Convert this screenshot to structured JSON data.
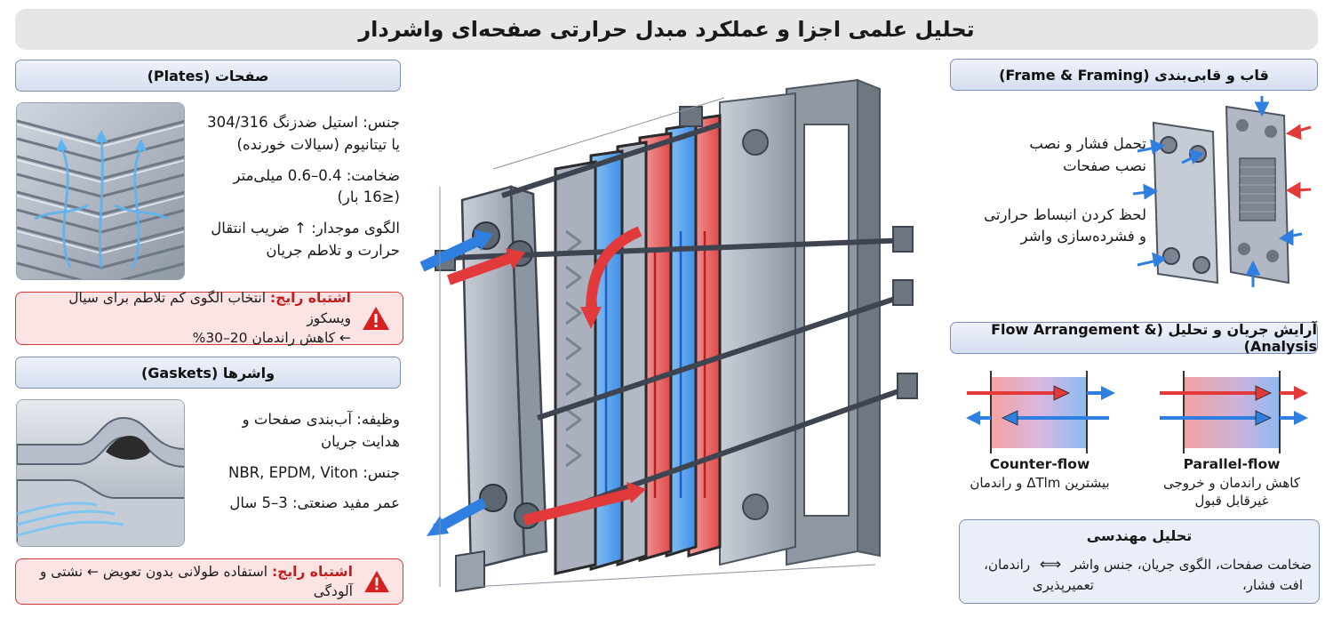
{
  "title": "تحلیل علمی اجزا و عملکرد مبدل حرارتی صفحه‌ای واشردار",
  "plates": {
    "header": "صفحات (Plates)",
    "line1a": "جنس: استیل ضدزنگ 304/316",
    "line1b": "یا تیتانیوم (سیالات خورنده)",
    "line2a": "ضخامت: 0.4–0.6 میلی‌متر",
    "line2b": "(≤16 بار)",
    "line3a": "الگوی موجدار: ↑ ضریب انتقال",
    "line3b": "حرارت و تلاطم جریان",
    "warning_label": "اشتباه رایج:",
    "warning_text1": "انتخاب الگوی کم تلاطم برای سیال ویسکوز",
    "warning_text2": "← کاهش راندمان 20–30%"
  },
  "gaskets": {
    "header": "واشرها (Gaskets)",
    "line1a": "وظیفه: آب‌بندی صفحات و",
    "line1b": "هدایت جریان",
    "line2": "جنس: NBR, EPDM, Viton",
    "line3": "عمر مفید صنعتی: 3–5 سال",
    "warning_label": "اشتباه رایج:",
    "warning_text": "استفاده طولانی بدون تعویض ← نشتی و آلودگی"
  },
  "frame": {
    "header": "قاب و قابی‌بندی (Frame & Framing)",
    "line1a": "تحمل فشار و نصب",
    "line1b": "نصب صفحات",
    "line2a": "لحظ کردن انبساط حرارتی",
    "line2b": "و فشرده‌سازی واشر"
  },
  "flow": {
    "header": "آرایش جریان و تحلیل (Flow Arrangement & Analysis)",
    "counter_name": "Counter-flow",
    "counter_desc": "بیشترین ΔTlm و راندمان",
    "parallel_name": "Parallel-flow",
    "parallel_desc1": "کاهش راندمان و خروجی",
    "parallel_desc2": "غیرقابل قبول"
  },
  "engineering": {
    "title": "تحلیل مهندسی",
    "line1": "ضخامت صفحات، الگوی جریان، جنس واشر",
    "arrow": "⟺",
    "line1b": "راندمان،",
    "line2a": "افت فشار،",
    "line2b": "تعمیرپذیری"
  },
  "colors": {
    "hot": "#e23a3a",
    "cold": "#2f7fe0",
    "steel": "#a9b0bb",
    "header_border": "#7f8fb8",
    "warning_border": "#d23a3a",
    "warning_bg": "#fde4e4"
  }
}
